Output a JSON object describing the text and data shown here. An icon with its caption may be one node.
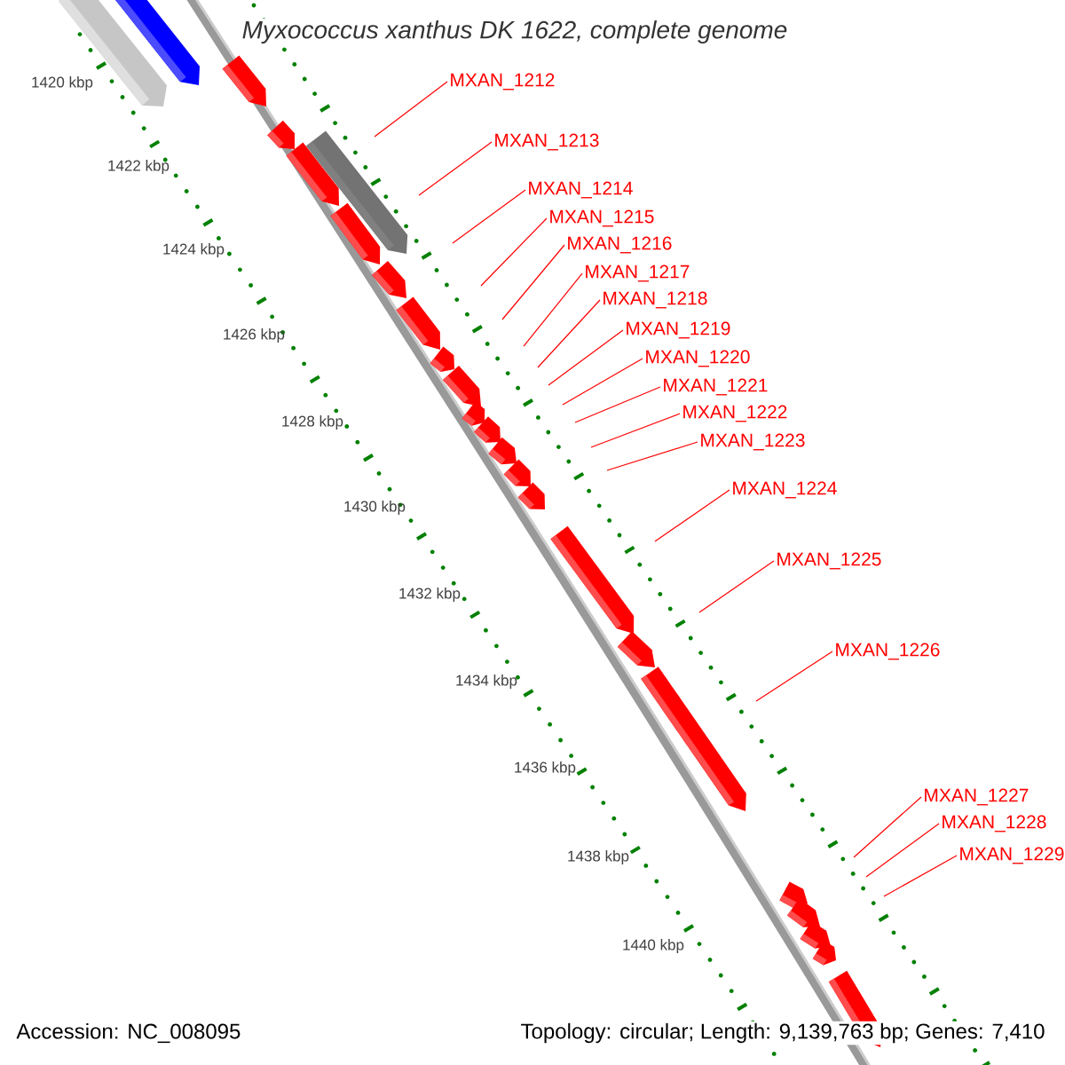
{
  "diagram": {
    "title": "Myxococcus xanthus DK 1622, complete genome",
    "nodes": [
      {
        "text": [
          "MXAN_1212"
        ]
      },
      {
        "text": [
          "MXAN_1213"
        ]
      },
      {
        "text": [
          "MXAN_1214"
        ]
      },
      {
        "text": [
          "MXAN_1215"
        ]
      },
      {
        "text": [
          "MXAN_1216"
        ]
      },
      {
        "text": [
          "MXAN_1217"
        ]
      },
      {
        "text": [
          "MXAN_1218"
        ]
      },
      {
        "text": [
          "MXAN_1219"
        ]
      },
      {
        "text": [
          "MXAN_1220"
        ]
      },
      {
        "text": [
          "MXAN_1221"
        ]
      },
      {
        "text": [
          "MXAN_1222"
        ]
      },
      {
        "text": [
          "MXAN_1223"
        ]
      },
      {
        "text": [
          "MXAN_1224"
        ]
      },
      {
        "text": [
          "MXAN_1225"
        ]
      },
      {
        "text": [
          "MXAN_1226"
        ]
      },
      {
        "text": [
          "MXAN_1227"
        ]
      },
      {
        "text": [
          "MXAN_1228"
        ]
      },
      {
        "text": [
          "MXAN_1229"
        ]
      }
    ],
    "edges": [
      {
        "from": 0,
        "to": null,
        "arrow": "none"
      },
      {
        "from": 1,
        "to": null,
        "arrow": "none"
      },
      {
        "from": 2,
        "to": null,
        "arrow": "none"
      },
      {
        "from": 3,
        "to": null,
        "arrow": "none"
      },
      {
        "from": 4,
        "to": null,
        "arrow": "none"
      },
      {
        "from": 5,
        "to": null,
        "arrow": "none"
      },
      {
        "from": 6,
        "to": null,
        "arrow": "none"
      },
      {
        "from": 7,
        "to": null,
        "arrow": "none"
      },
      {
        "from": 8,
        "to": null,
        "arrow": "none"
      },
      {
        "from": 9,
        "to": null,
        "arrow": "none"
      },
      {
        "from": 10,
        "to": null,
        "arrow": "none"
      },
      {
        "from": 11,
        "to": null,
        "arrow": "none"
      },
      {
        "from": 12,
        "to": null,
        "arrow": "none"
      },
      {
        "from": 13,
        "to": null,
        "arrow": "none"
      },
      {
        "from": 14,
        "to": null,
        "arrow": "none"
      },
      {
        "from": 15,
        "to": null,
        "arrow": "none"
      },
      {
        "from": 16,
        "to": null,
        "arrow": "none"
      },
      {
        "from": 17,
        "to": null,
        "arrow": "none"
      }
    ],
    "labels": [
      "1420 kbp",
      "1422 kbp",
      "1424 kbp",
      "1426 kbp",
      "1428 kbp",
      "1430 kbp",
      "1432 kbp",
      "1434 kbp",
      "1436 kbp",
      "1438 kbp",
      "1440 kbp",
      "Accession: NC_008095",
      "Topology: circular; Length: 9,139,763 bp; Genes: 7,410"
    ]
  }
}
